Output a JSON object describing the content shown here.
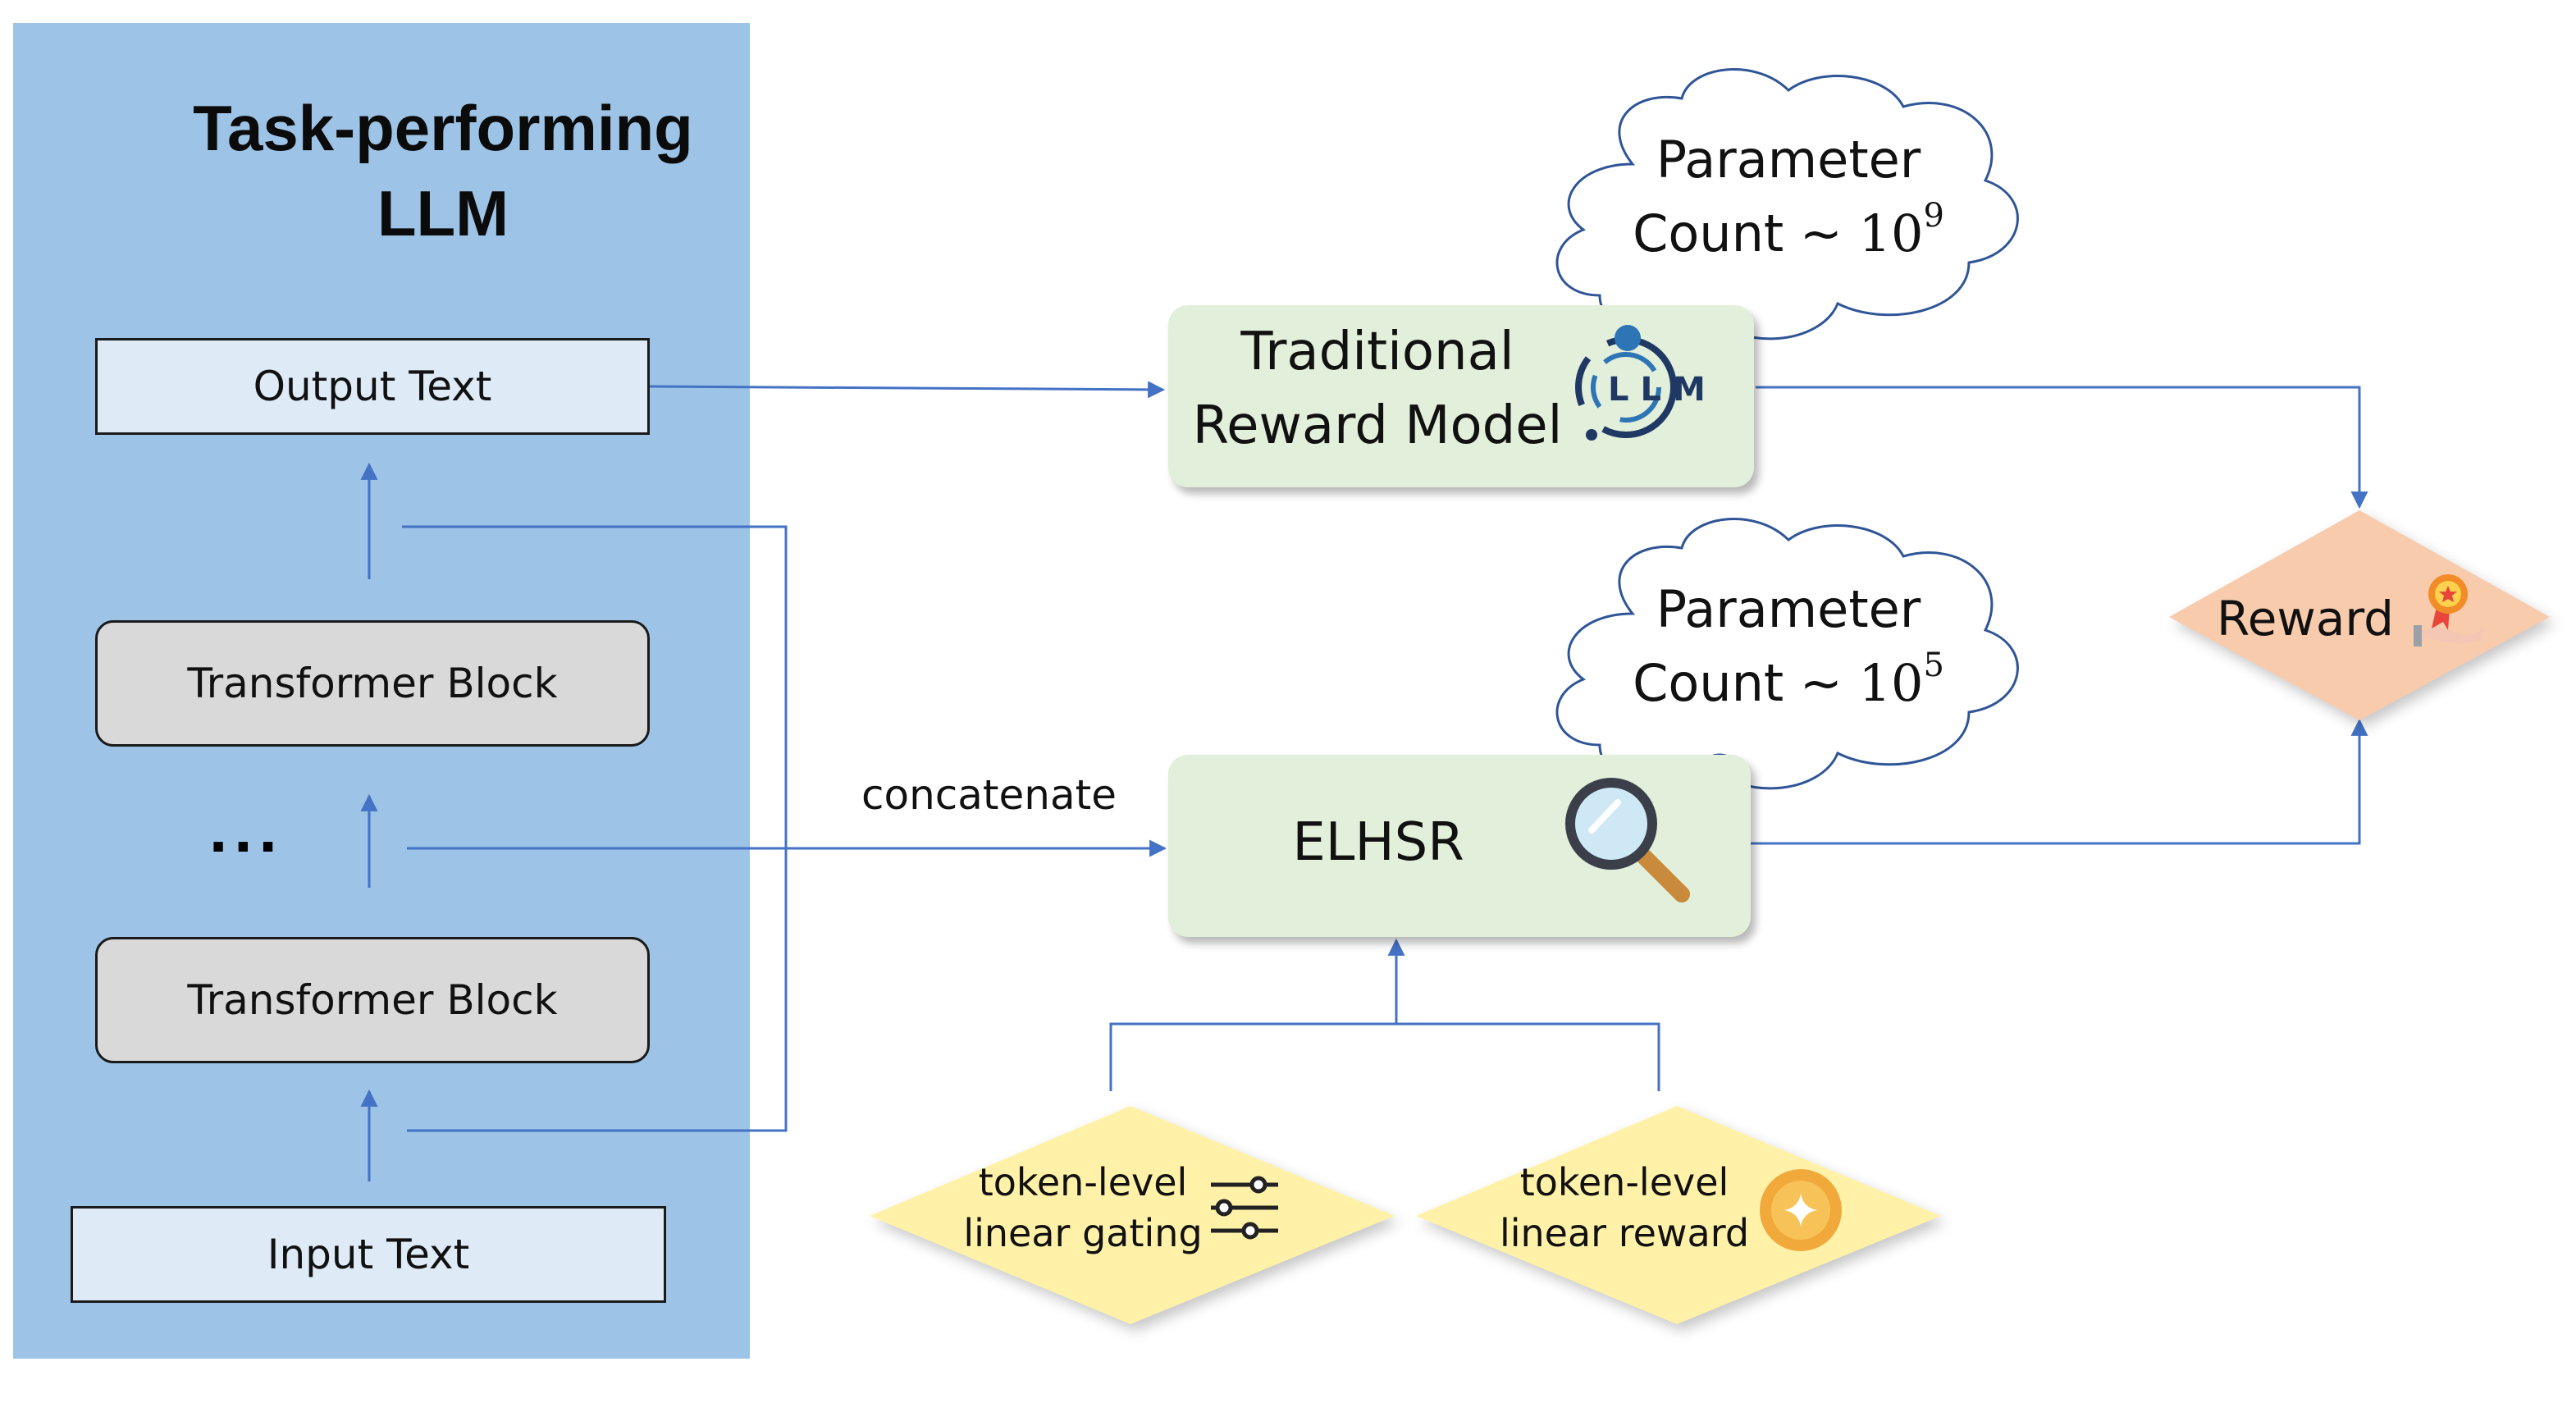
{
  "llm_panel": {
    "title_line1": "Task-performing",
    "title_line2": "LLM",
    "output_text": "Output Text",
    "transformer_block_top": "Transformer Block",
    "ellipsis": "...",
    "transformer_block_bottom": "Transformer Block",
    "input_text": "Input Text"
  },
  "concatenate_label": "concatenate",
  "traditional_rm": {
    "line1": "Traditional",
    "line2": "Reward Model",
    "logo_text": "LLM"
  },
  "cloud_top": {
    "line1": "Parameter",
    "line2_prefix": "Count ~ ",
    "base": "10",
    "exponent": "9"
  },
  "cloud_bottom": {
    "line1": "Parameter",
    "line2_prefix": "Count ~ ",
    "base": "10",
    "exponent": "5"
  },
  "elhsr": {
    "label": "ELHSR"
  },
  "reward": {
    "label": "Reward"
  },
  "gating": {
    "line1": "token-level",
    "line2": "linear gating"
  },
  "linear_reward": {
    "line1": "token-level",
    "line2": "linear reward"
  },
  "colors": {
    "panel": "#9dc3e6",
    "text_box": "#deebf7",
    "transformer_block": "#d9d9d9",
    "green_box": "#e2efda",
    "reward_diamond": "#f8cbad",
    "token_diamond": "#fff2a8",
    "arrow": "#4472c4"
  }
}
